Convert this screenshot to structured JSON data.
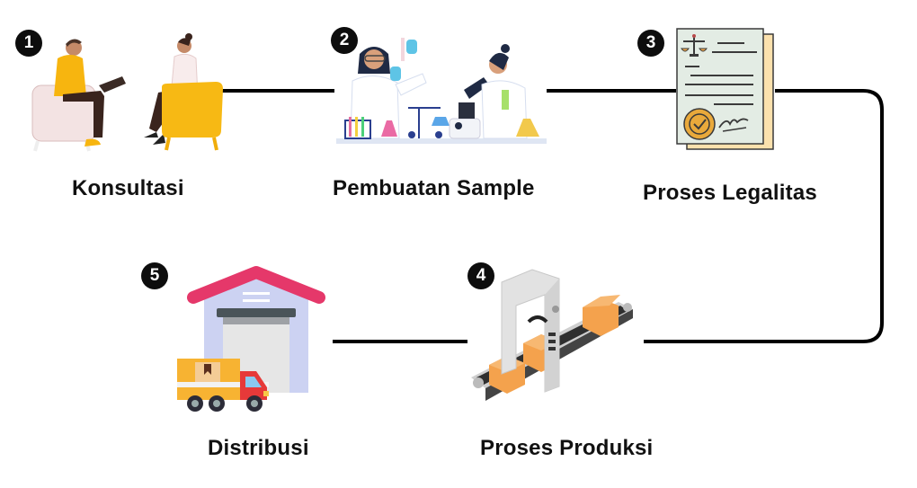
{
  "diagram": {
    "type": "process-flow",
    "steps": [
      {
        "number": "1",
        "label": "Konsultasi",
        "illustration": "consultation-icon"
      },
      {
        "number": "2",
        "label": "Pembuatan Sample",
        "illustration": "laboratory-icon"
      },
      {
        "number": "3",
        "label": "Proses Legalitas",
        "illustration": "legal-document-icon"
      },
      {
        "number": "4",
        "label": "Proses Produksi",
        "illustration": "conveyor-production-icon"
      },
      {
        "number": "5",
        "label": "Distribusi",
        "illustration": "warehouse-truck-icon"
      }
    ],
    "connections": [
      {
        "from": "1",
        "to": "2"
      },
      {
        "from": "2",
        "to": "3"
      },
      {
        "from": "3",
        "to": "4"
      },
      {
        "from": "4",
        "to": "5"
      }
    ],
    "colors": {
      "connector": "#000000",
      "badge": "#0d0d0d",
      "label": "#111111"
    }
  }
}
